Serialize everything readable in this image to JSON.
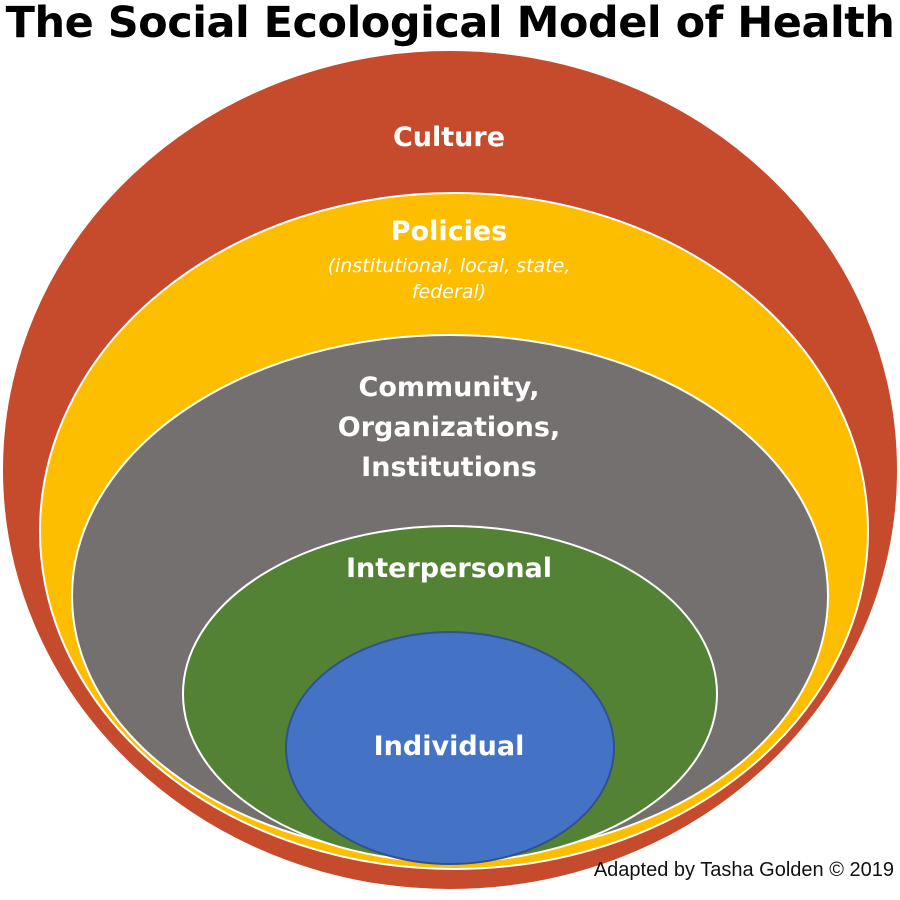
{
  "title": "The Social Ecological Model of Health",
  "layers": {
    "culture": {
      "label": "Culture",
      "color": "#C64B2D"
    },
    "policies": {
      "label": "Policies",
      "sub_line1": "(institutional, local, state,",
      "sub_line2": "federal)",
      "color": "#FDBE00"
    },
    "community": {
      "label_line1": "Community,",
      "label_line2": "Organizations,",
      "label_line3": "Institutions",
      "color": "#747070"
    },
    "interpersonal": {
      "label": "Interpersonal",
      "color": "#548235"
    },
    "individual": {
      "label": "Individual",
      "color": "#4472C4"
    }
  },
  "credit": "Adapted by Tasha Golden © 2019"
}
